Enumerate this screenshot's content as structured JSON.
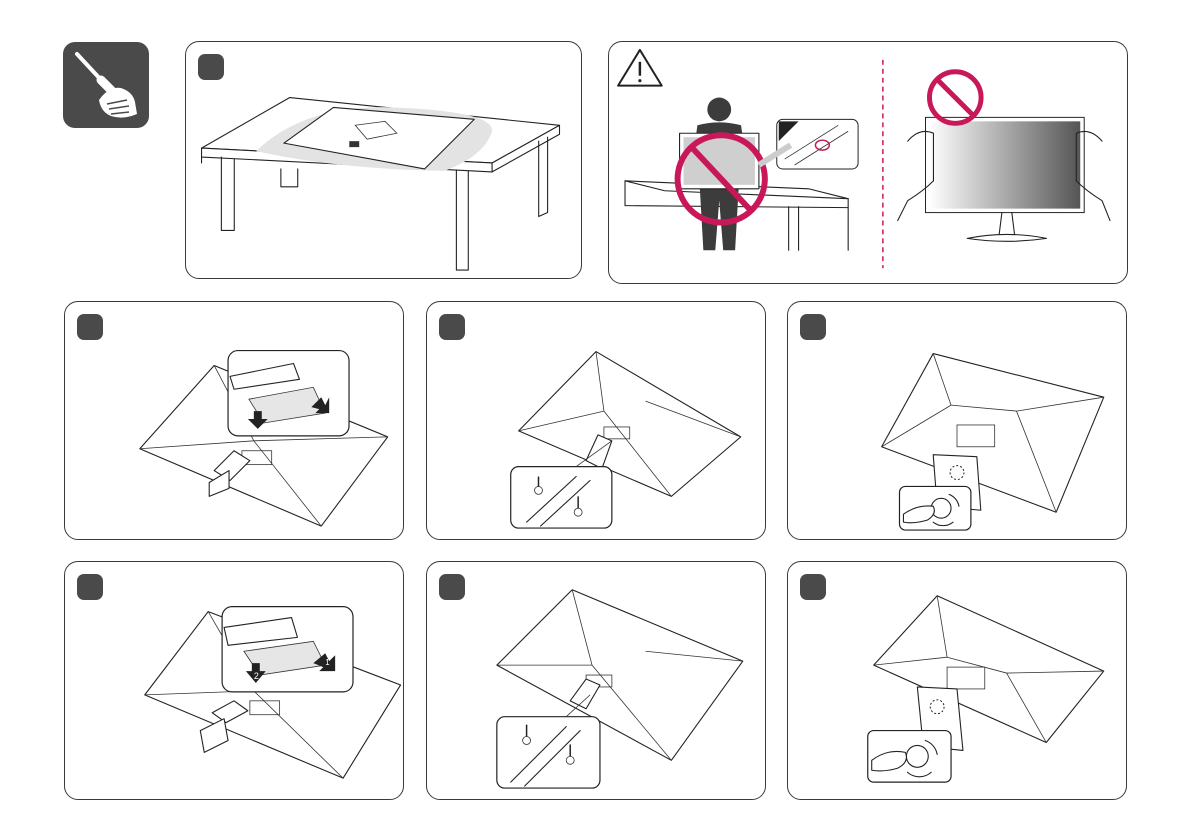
{
  "steps": [
    {
      "id": "top-panel-1",
      "badge": ""
    },
    {
      "id": "panel-a",
      "badge": ""
    },
    {
      "id": "panel-b",
      "badge": ""
    },
    {
      "id": "panel-c",
      "badge": ""
    },
    {
      "id": "panel-d",
      "badge": ""
    },
    {
      "id": "panel-e",
      "badge": ""
    },
    {
      "id": "panel-f",
      "badge": ""
    }
  ],
  "markers": {
    "arrow_1": "1",
    "arrow_2": "2"
  },
  "colors": {
    "badge": "#4a4a4a",
    "prohibit": "#c8185a",
    "divider": "#c8185a",
    "shadow": "#d9d9d9"
  },
  "icons": [
    "screwdriver-hand-icon",
    "warning-triangle-icon",
    "prohibition-icon"
  ]
}
